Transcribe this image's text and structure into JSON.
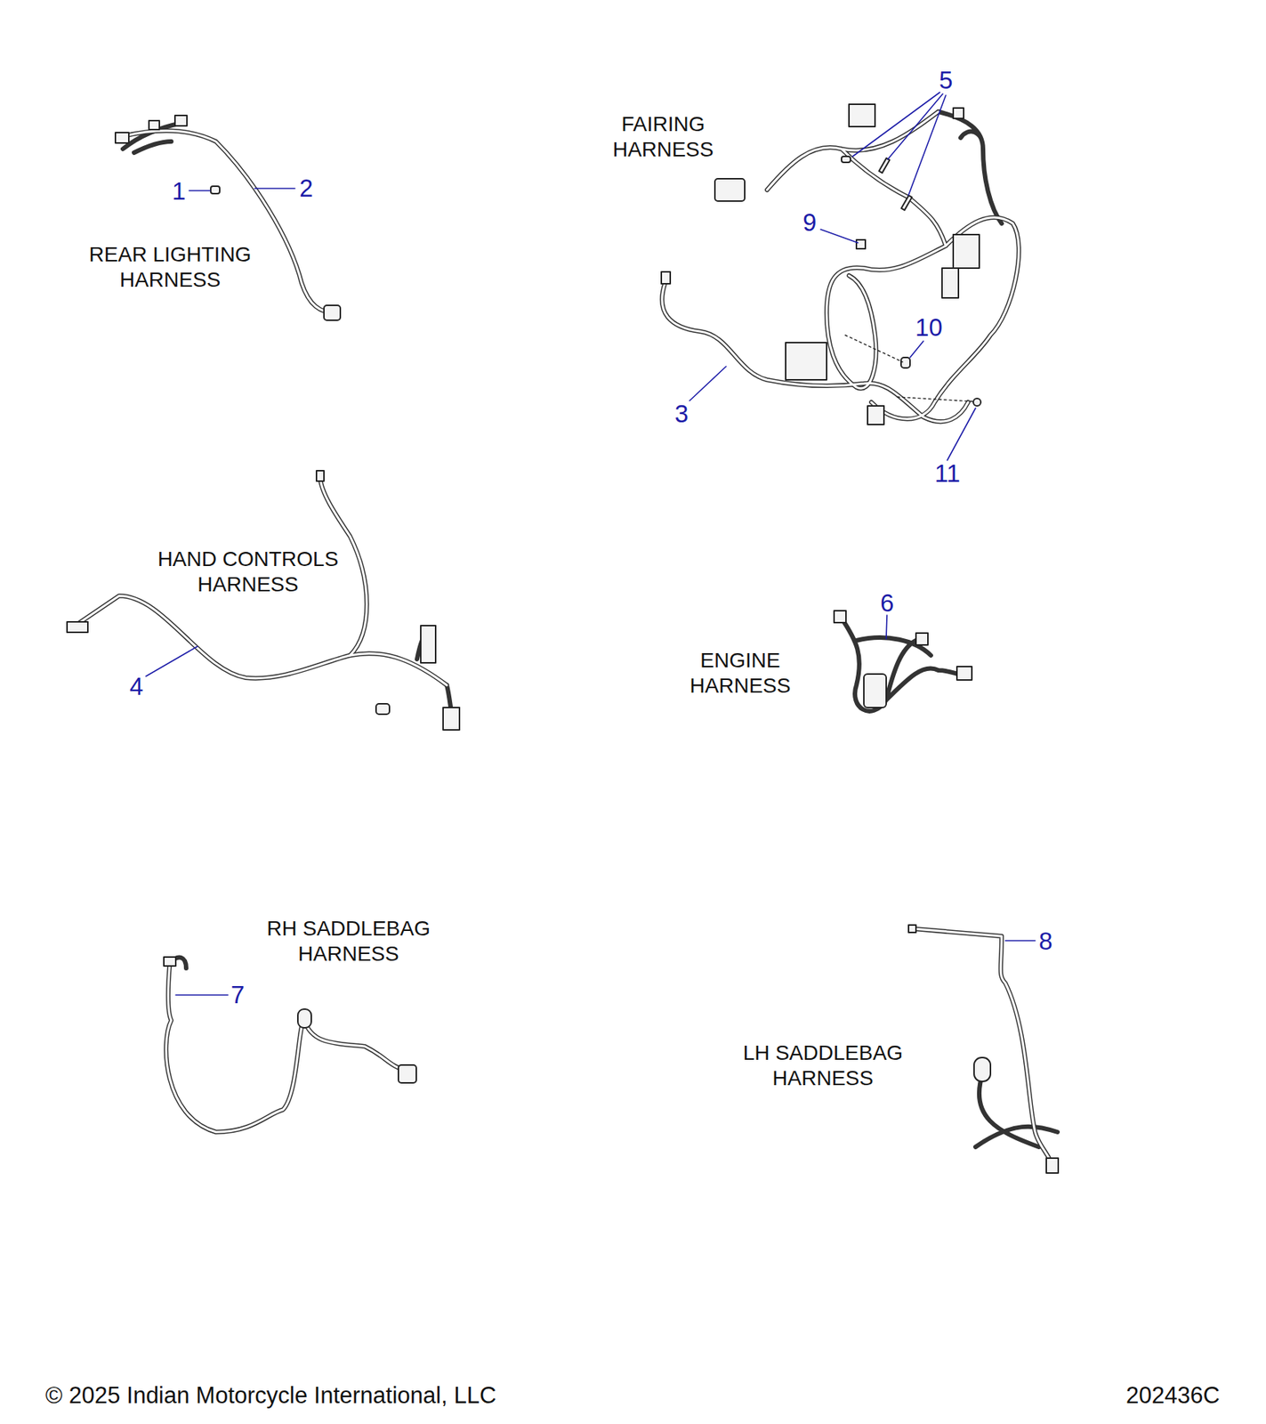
{
  "diagram": {
    "labels": [
      "5",
      "FAIRING HARNESS",
      "1",
      "2",
      "REAR LIGHTING HARNESS",
      "9",
      "10",
      "3",
      "11",
      "HAND CONTROLS HARNESS",
      "6",
      "ENGINE HARNESS",
      "4",
      "8",
      "RH SADDLEBAG HARNESS",
      "7",
      "LH SADDLEBAG HARNESS",
      "© 2025 Indian Motorcycle International, LLC",
      "202436C"
    ]
  }
}
